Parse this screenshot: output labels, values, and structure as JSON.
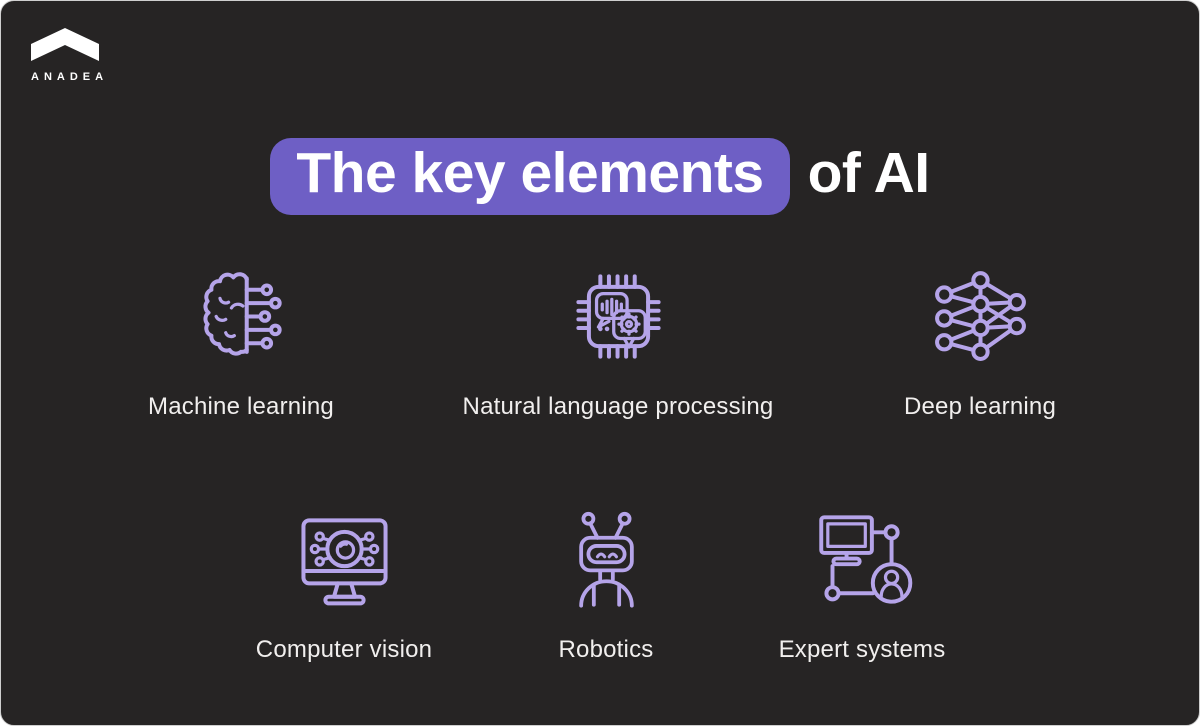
{
  "brand": {
    "name": "ANADEA",
    "logo_icon": "anadea-chevron-logo"
  },
  "title": {
    "highlighted": "The key elements",
    "rest": "of AI"
  },
  "items": [
    {
      "label": "Machine learning",
      "icon": "brain-circuit-icon"
    },
    {
      "label": "Natural language processing",
      "icon": "chip-speech-gear-icon"
    },
    {
      "label": "Deep learning",
      "icon": "neural-network-icon"
    },
    {
      "label": "Computer vision",
      "icon": "monitor-eye-icon"
    },
    {
      "label": "Robotics",
      "icon": "robot-icon"
    },
    {
      "label": "Expert systems",
      "icon": "computer-user-network-icon"
    }
  ],
  "colors": {
    "background": "#262424",
    "accent_purple": "#6e5fc5",
    "icon_lavender": "#b5a4e9",
    "label_text": "#f1efee",
    "title_text": "#ffffff",
    "logo_white": "#ffffff"
  }
}
